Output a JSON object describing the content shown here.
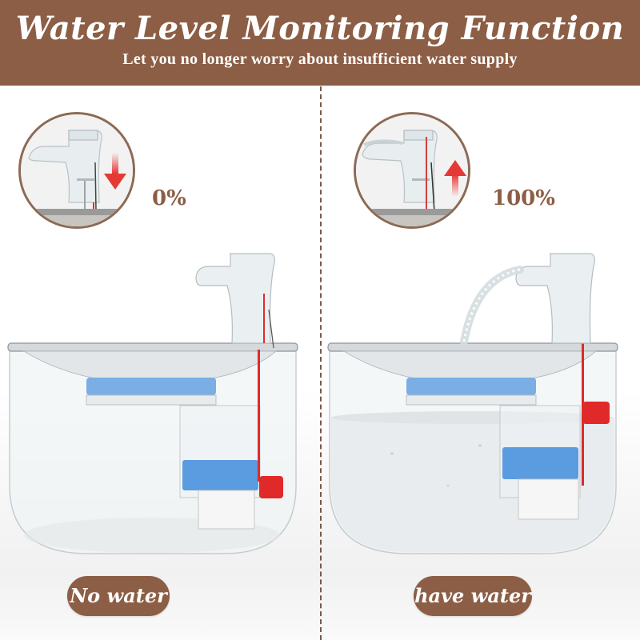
{
  "header": {
    "title": "Water Level Monitoring Function",
    "subtitle": "Let you no longer worry about insufficient water supply",
    "background_color": "#8c5e45"
  },
  "panels": [
    {
      "id": "no-water",
      "inset_indicator": "arrow-down-icon",
      "indicator_color": "#e53935",
      "percentage": "0%",
      "label": "No water",
      "water_flowing": false,
      "tank_filled": false
    },
    {
      "id": "have-water",
      "inset_indicator": "arrow-up-icon",
      "indicator_color": "#e53935",
      "percentage": "100%",
      "label": "have water",
      "water_flowing": true,
      "tank_filled": true
    }
  ],
  "colors": {
    "accent_brown": "#8c5e45",
    "float_red": "#e02a2a",
    "filter_blue": "#5b9be0"
  }
}
